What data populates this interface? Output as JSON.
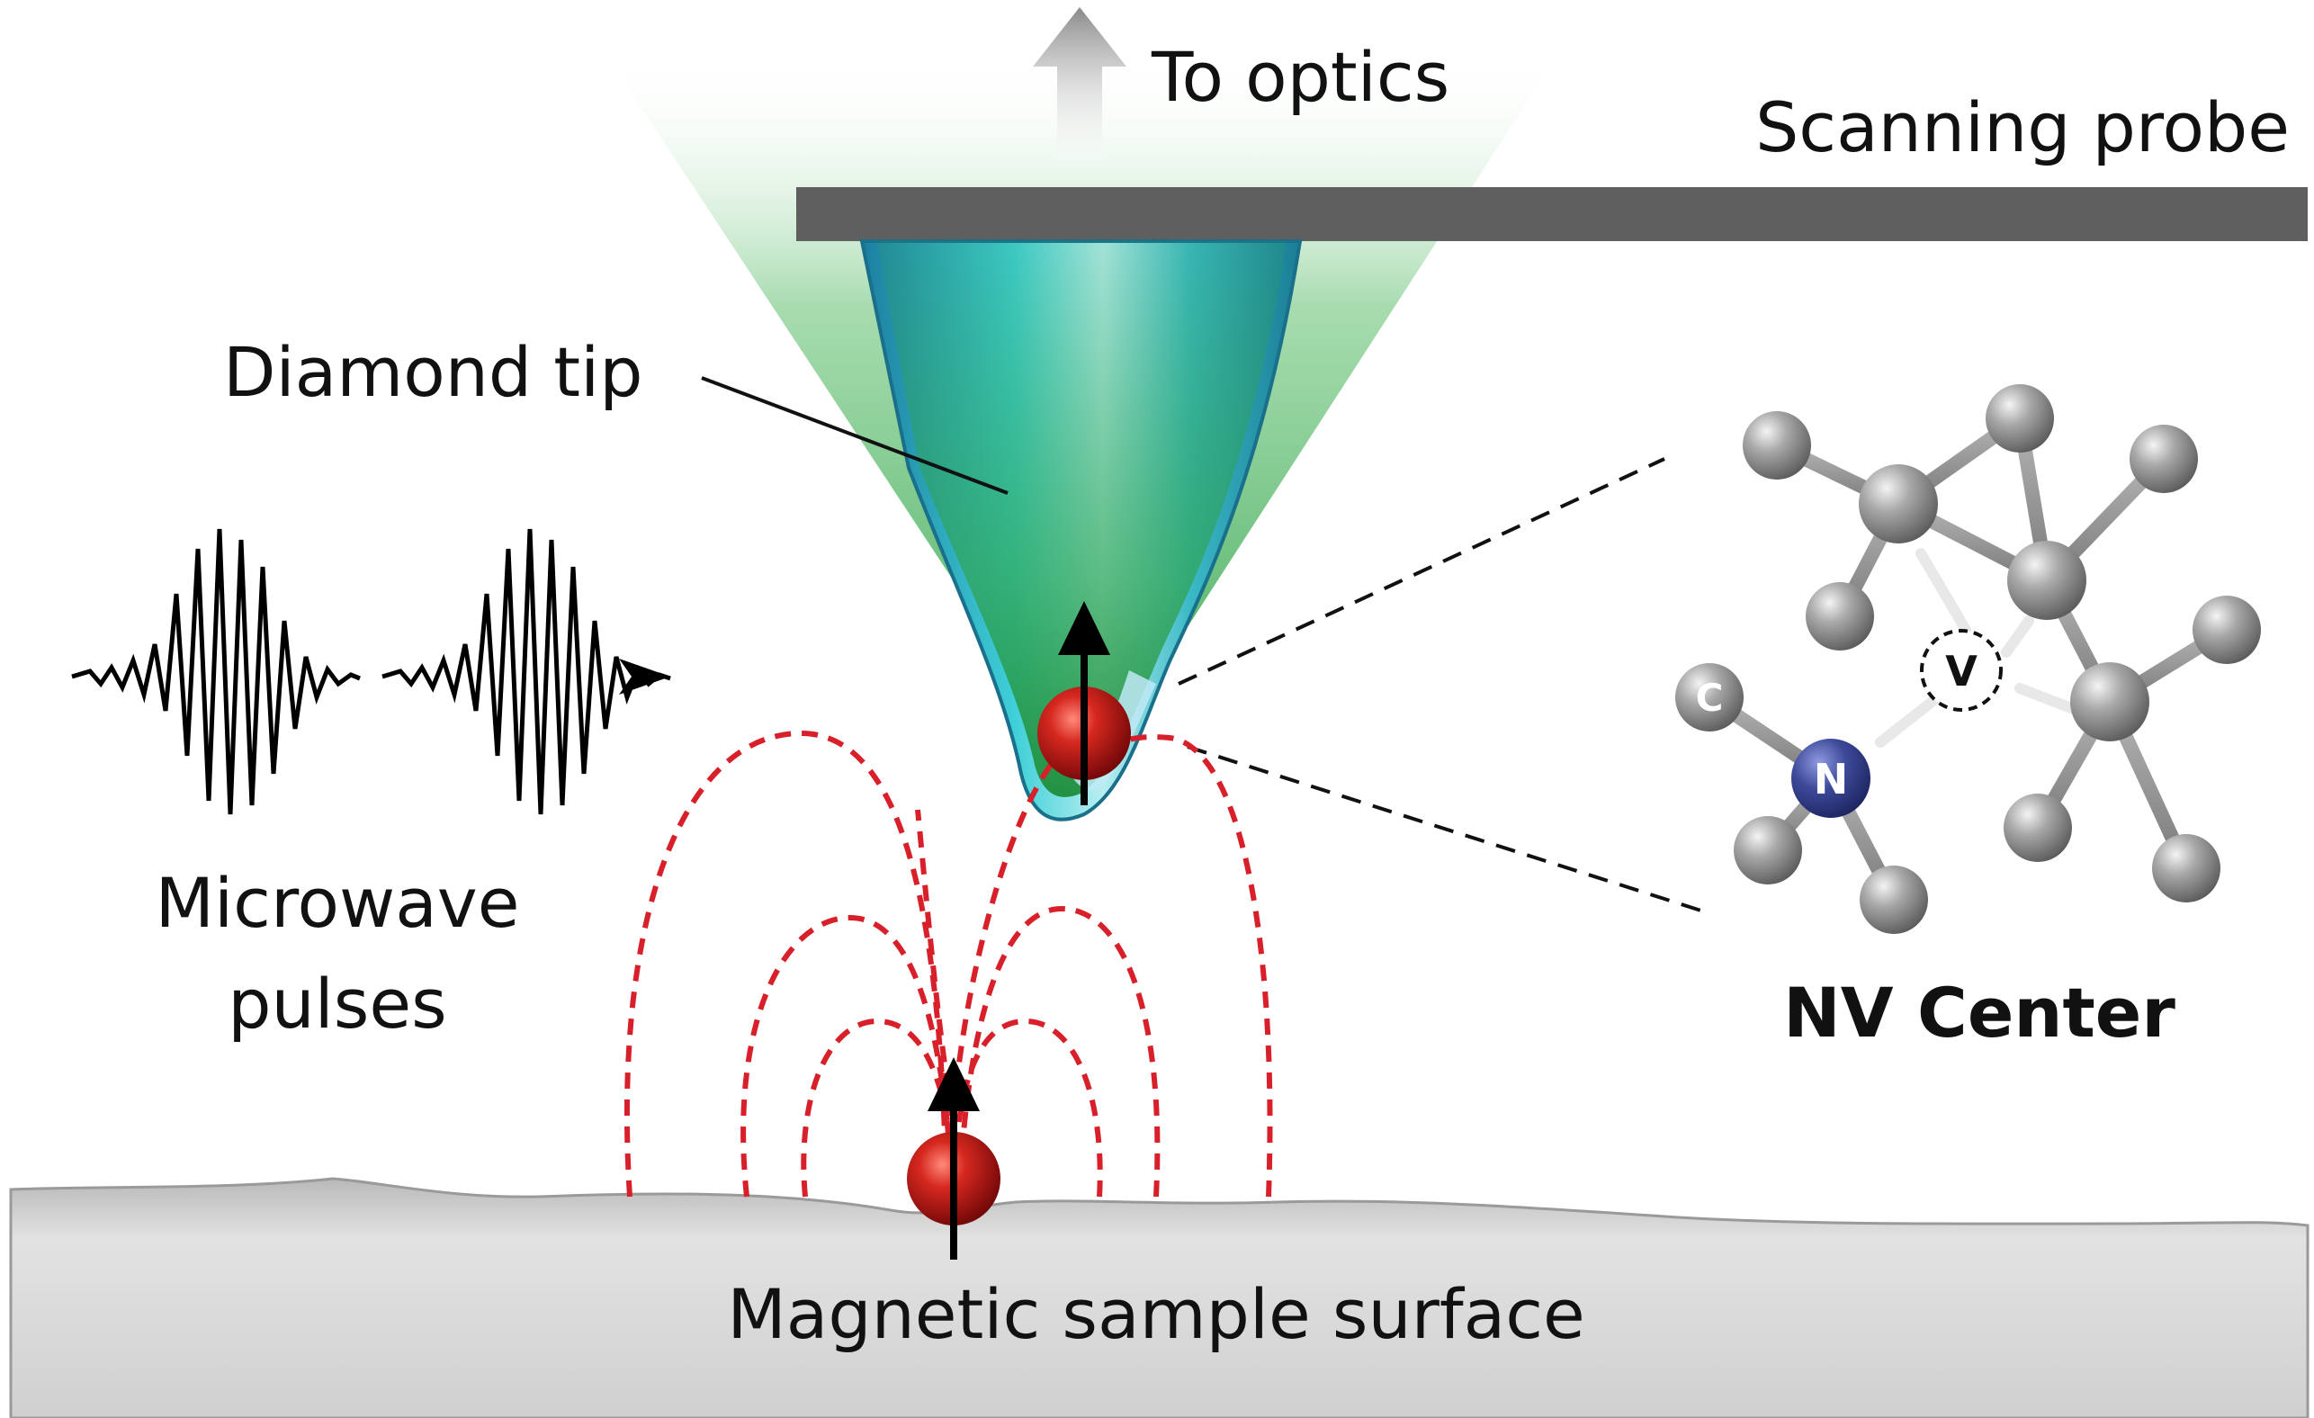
{
  "labels": {
    "to_optics": "To optics",
    "scanning_probe": "Scanning probe",
    "diamond_tip": "Diamond tip",
    "microwave_line1": "Microwave",
    "microwave_line2": "pulses",
    "nv_center": "NV Center",
    "sample_surface": "Magnetic sample surface"
  },
  "atoms": {
    "carbon": "C",
    "nitrogen": "N",
    "vacancy": "V"
  },
  "colors": {
    "laser_green": "#2ea24a",
    "diamond_teal": "#1aa3a8",
    "diamond_blue": "#3fb6e6",
    "probe_bar": "#5f5f5f",
    "field_lines": "#d8202a",
    "spin_red": "#c0141a",
    "nitrogen_blue": "#3d4a9a",
    "carbon_gray": "#8a8a8a",
    "surface_gray": "#d8d8d8"
  },
  "icons": [
    "arrow-up-icon",
    "spin-arrow-icon",
    "microwave-pulse-icon",
    "arrowhead-icon"
  ]
}
